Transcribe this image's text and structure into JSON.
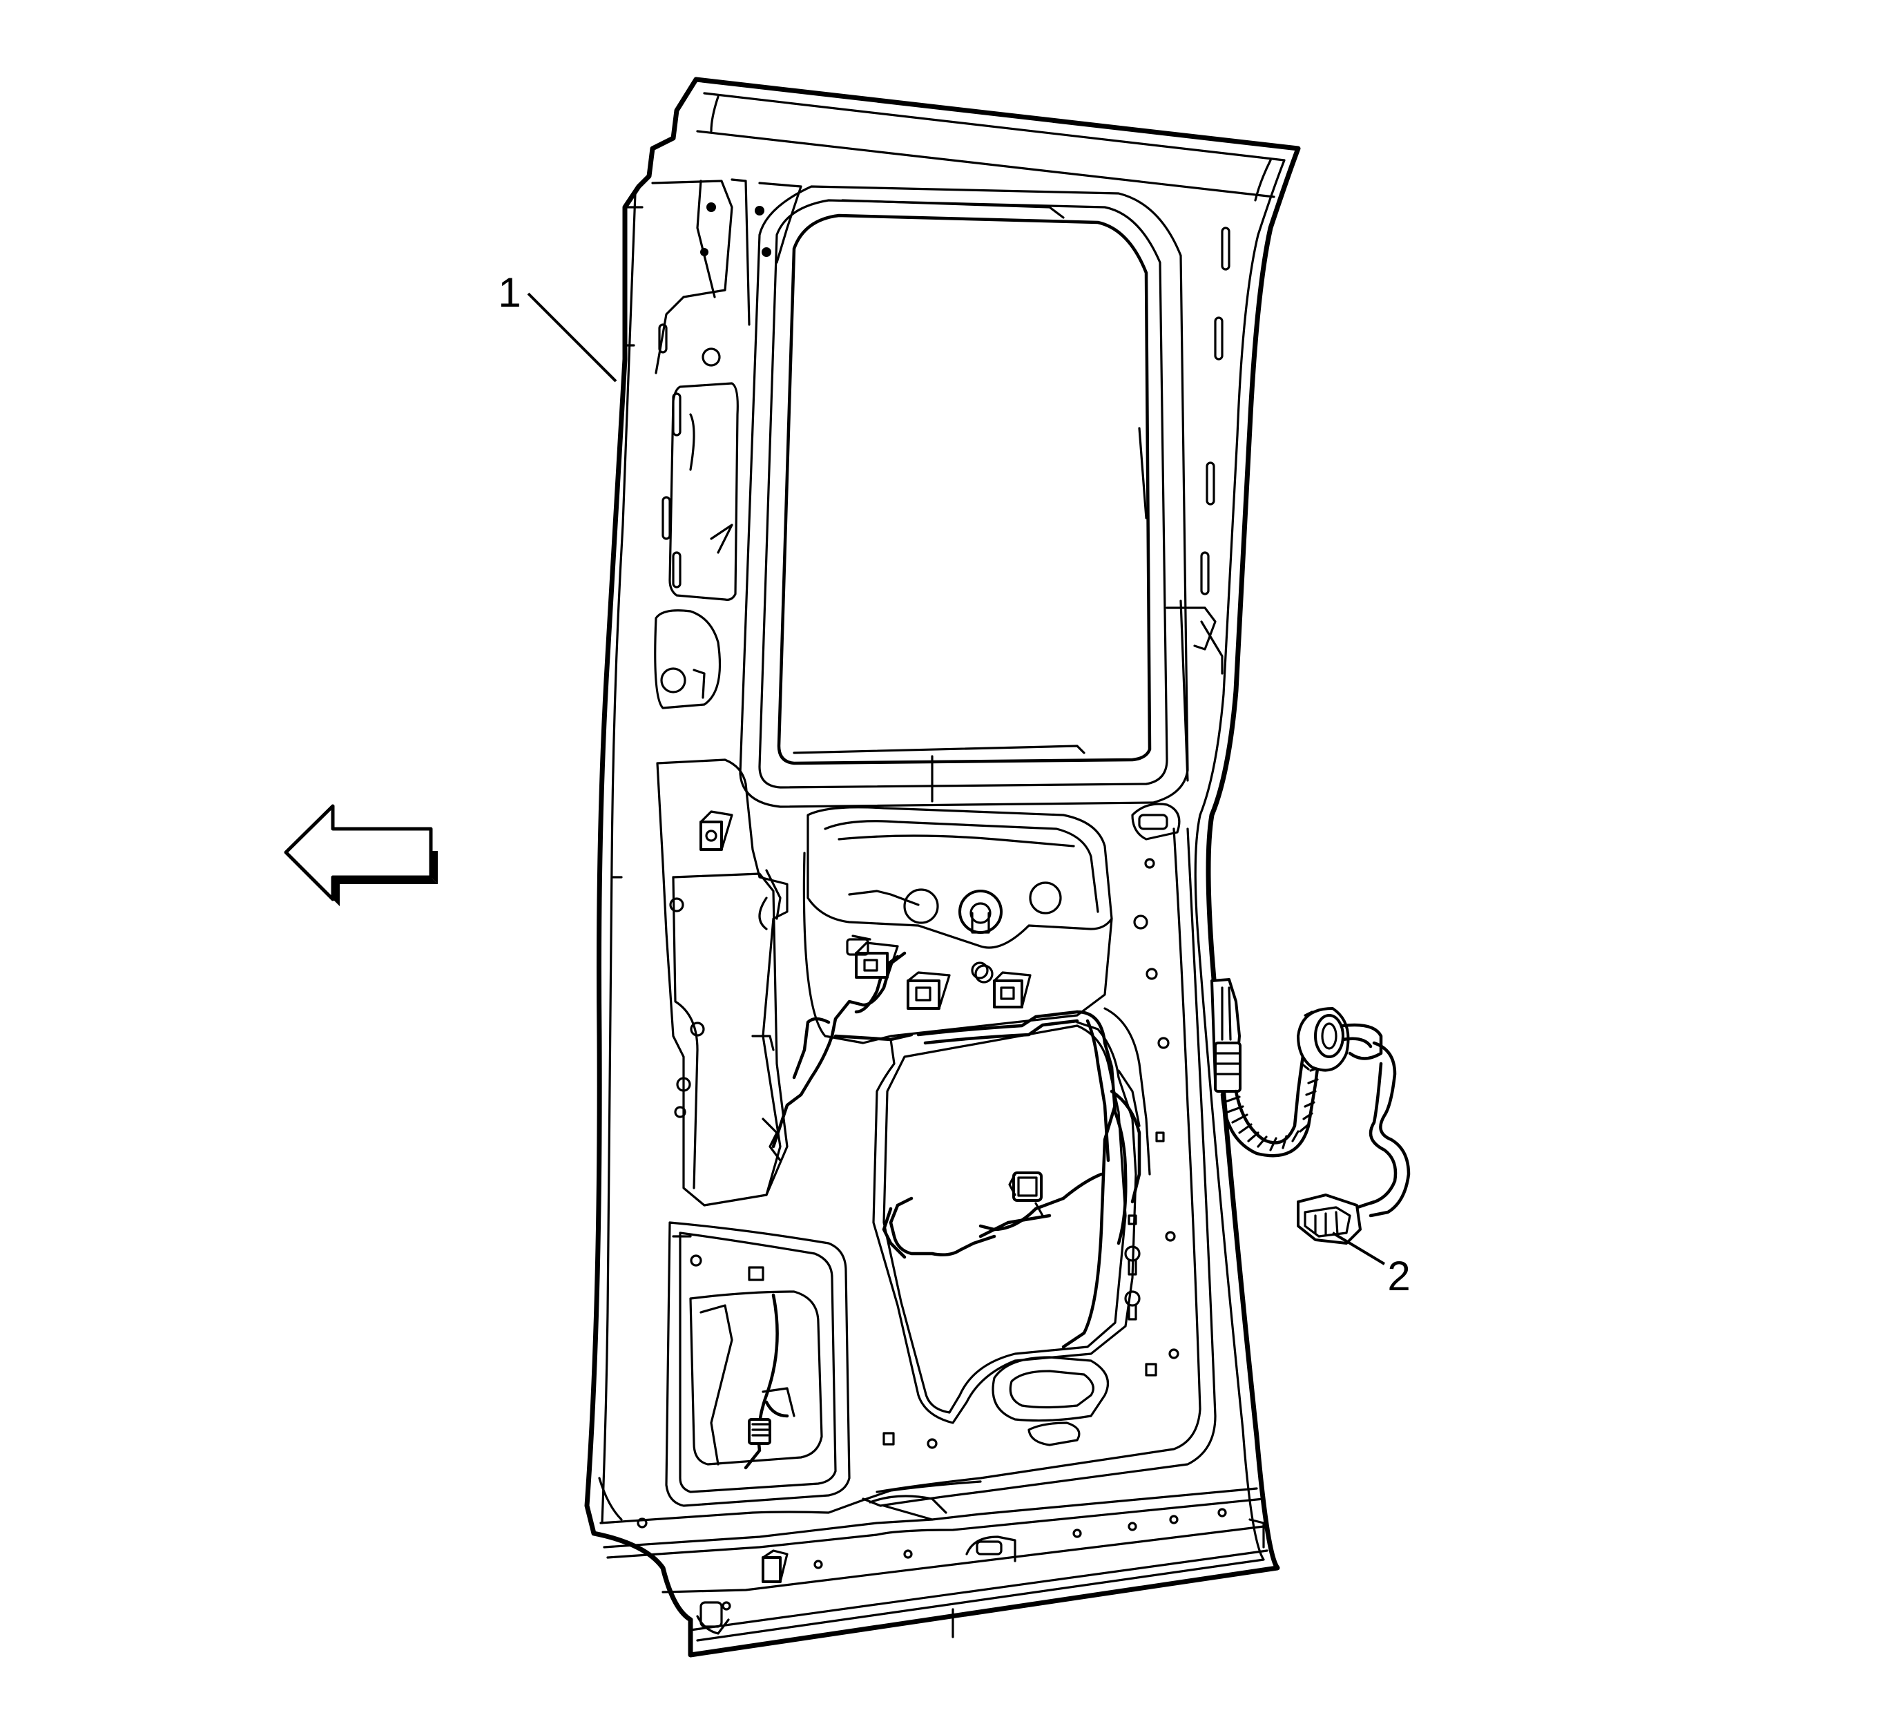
{
  "callouts": [
    {
      "id": "1",
      "label": "1"
    },
    {
      "id": "2",
      "label": "2"
    }
  ],
  "icons": {
    "direction_arrow": "arrow-left-icon"
  },
  "colors": {
    "line": "#000000",
    "background": "#ffffff"
  }
}
